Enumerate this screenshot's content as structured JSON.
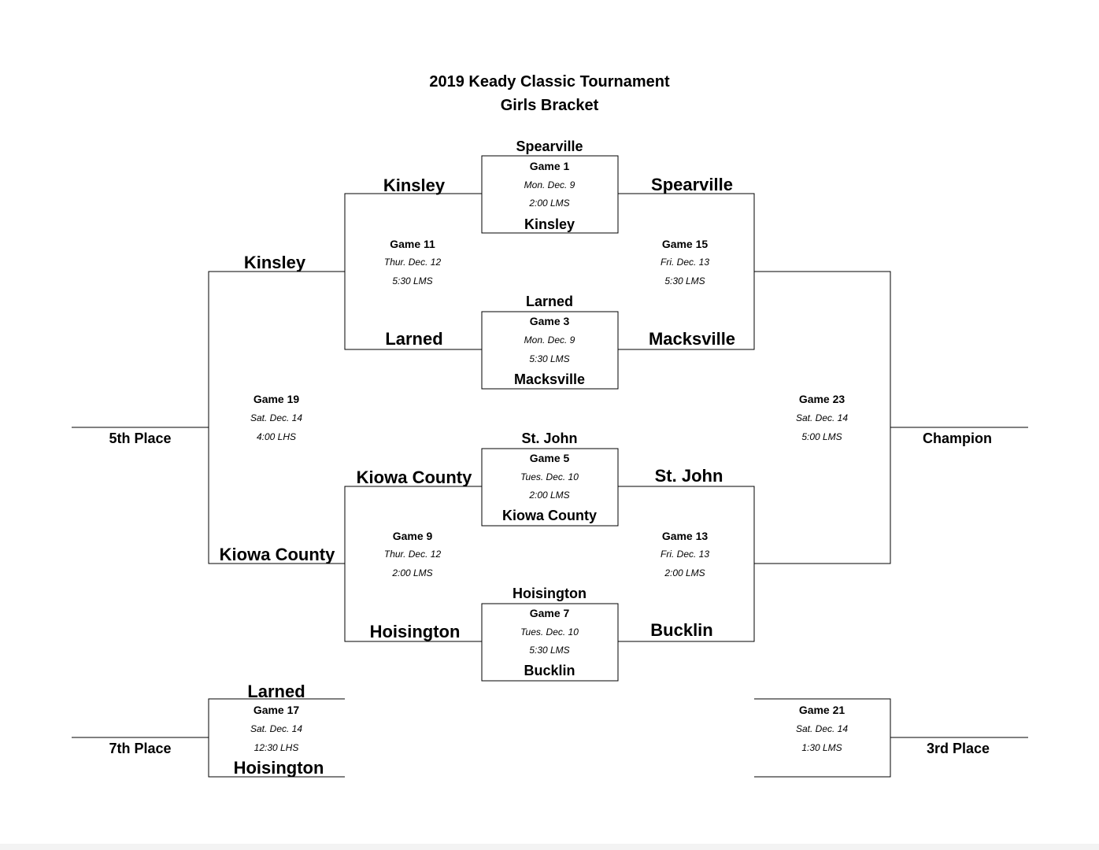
{
  "header": {
    "title": "2019 Keady Classic Tournament",
    "subtitle": "Girls Bracket"
  },
  "games": {
    "g1": {
      "label": "Game 1",
      "date": "Mon. Dec. 9",
      "time": "2:00 LMS",
      "team_top": "Spearville",
      "team_bottom": "Kinsley"
    },
    "g3": {
      "label": "Game 3",
      "date": "Mon. Dec. 9",
      "time": "5:30 LMS",
      "team_top": "Larned",
      "team_bottom": "Macksville"
    },
    "g5": {
      "label": "Game 5",
      "date": "Tues. Dec. 10",
      "time": "2:00 LMS",
      "team_top": "St. John",
      "team_bottom": "Kiowa County"
    },
    "g7": {
      "label": "Game 7",
      "date": "Tues. Dec. 10",
      "time": "5:30 LMS",
      "team_top": "Hoisington",
      "team_bottom": "Bucklin"
    },
    "g9": {
      "label": "Game 9",
      "date": "Thur. Dec. 12",
      "time": "2:00 LMS"
    },
    "g11": {
      "label": "Game 11",
      "date": "Thur. Dec. 12",
      "time": "5:30 LMS"
    },
    "g13": {
      "label": "Game 13",
      "date": "Fri. Dec. 13",
      "time": "2:00 LMS"
    },
    "g15": {
      "label": "Game 15",
      "date": "Fri. Dec. 13",
      "time": "5:30 LMS"
    },
    "g17": {
      "label": "Game 17",
      "date": "Sat. Dec. 14",
      "time": "12:30 LHS"
    },
    "g19": {
      "label": "Game 19",
      "date": "Sat. Dec. 14",
      "time": "4:00 LHS"
    },
    "g21": {
      "label": "Game 21",
      "date": "Sat. Dec. 14",
      "time": "1:30 LMS"
    },
    "g23": {
      "label": "Game 23",
      "date": "Sat. Dec. 14",
      "time": "5:00 LMS"
    }
  },
  "slots": {
    "g11_top": "Kinsley",
    "g11_bottom": "Larned",
    "g9_top": "Kiowa County",
    "g9_bottom": "Hoisington",
    "g15_top": "Spearville",
    "g15_bottom": "Macksville",
    "g13_top": "St. John",
    "g13_bottom": "Bucklin",
    "g19_top": "Kinsley",
    "g19_bottom": "Kiowa County",
    "g17_top": "Larned",
    "g17_bottom": "Hoisington"
  },
  "places": {
    "fifth": "5th Place",
    "seventh": "7th Place",
    "champion": "Champion",
    "third": "3rd Place"
  }
}
